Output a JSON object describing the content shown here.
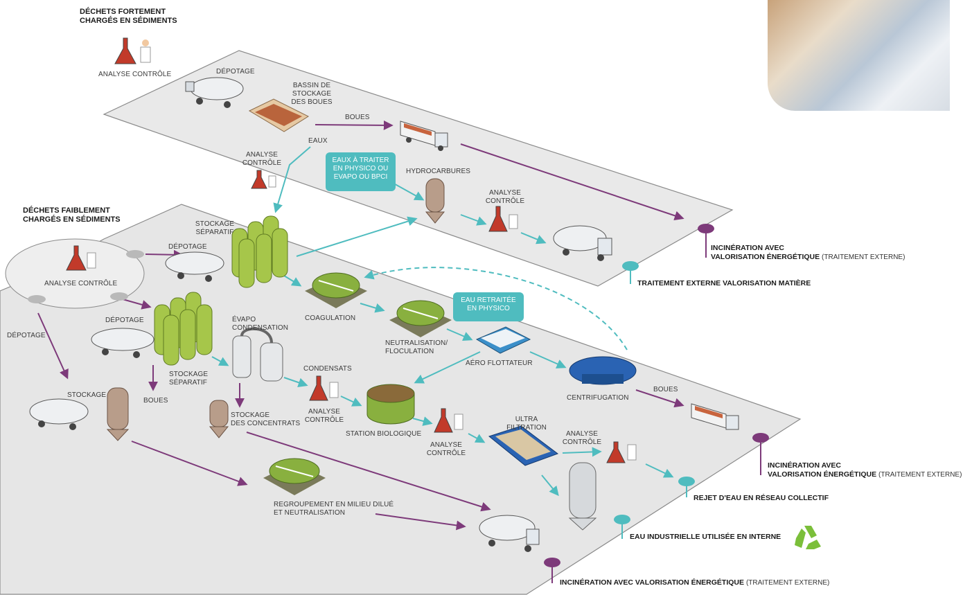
{
  "sections": {
    "high": "DÉCHETS FORTEMENT\nCHARGÉS EN SÉDIMENTS",
    "low": "DÉCHETS FAIBLEMENT\nCHARGÉS EN SÉDIMENTS"
  },
  "labels": {
    "analyse_top": "ANALYSE CONTRÔLE",
    "depotage_top": "DÉPOTAGE",
    "bassin": "BASSIN DE\nSTOCKAGE\nDES BOUES",
    "boues_top": "BOUES",
    "eaux": "EAUX",
    "analyse_mid": "ANALYSE\nCONTRÔLE",
    "hydrocarbures": "HYDROCARBURES",
    "analyse_hc": "ANALYSE\nCONTRÔLE",
    "stockage_sep1": "STOCKAGE\nSÉPARATIF",
    "depotage_mid": "DÉPOTAGE",
    "analyse_left": "ANALYSE CONTRÔLE",
    "coagulation": "COAGULATION",
    "neutralisation": "NEUTRALISATION/\nFLOCULATION",
    "aero": "AÉRO FLOTTATEUR",
    "centrifugation": "CENTRIFUGATION",
    "boues_right": "BOUES",
    "depotage_low": "DÉPOTAGE",
    "depotage_left": "DÉPOTAGE",
    "stockage_sep2": "STOCKAGE\nSÉPARATIF",
    "boues_low": "BOUES",
    "evapo": "ÉVAPO\nCONDENSATION",
    "condensats": "CONDENSATS",
    "analyse_cond": "ANALYSE\nCONTRÔLE",
    "stockage_conc": "STOCKAGE\nDES CONCENTRATS",
    "station_bio": "STATION BIOLOGIQUE",
    "analyse_bio": "ANALYSE\nCONTRÔLE",
    "ultra": "ULTRA\nFILTRATION",
    "analyse_ultra": "ANALYSE\nCONTRÔLE",
    "stockage_low": "STOCKAGE",
    "regroupement": "REGROUPEMENT EN MILIEU DILUÉ\nET NEUTRALISATION"
  },
  "boxes": {
    "eaux_a_traiter": "EAUX À TRAITER\nEN PHYSICO OU\nEVAPO OU BPCI",
    "eau_retraitee": "EAU RETRAITÉE\nEN PHYSICO"
  },
  "outputs": {
    "incin1_main": "INCINÉRATION AVEC\nVALORISATION ÉNERGÉTIQUE",
    "incin1_ext": "(TRAITEMENT EXTERNE)",
    "traitement_ext": "TRAITEMENT EXTERNE VALORISATION MATIÈRE",
    "incin2_main": "INCINÉRATION AVEC\nVALORISATION ÉNERGÉTIQUE",
    "incin2_ext": "(TRAITEMENT EXTERNE)",
    "rejet": "REJET D'EAU EN RÉSEAU COLLECTIF",
    "eau_industrielle": "EAU INDUSTRIELLE UTILISÉE EN INTERNE",
    "incin3_main": "INCINÉRATION AVEC VALORISATION ÉNERGÉTIQUE",
    "incin3_ext": "(TRAITEMENT EXTERNE)"
  },
  "colors": {
    "plate": "#e6e6e6",
    "plate_stroke": "#8a8a8a",
    "purple": "#7d3a7a",
    "teal": "#4fbcbf",
    "tank_green": "#a6c64a",
    "recycle": "#7bbf3a"
  },
  "icons": [
    "lab-flask-icon",
    "truck-icon",
    "tanker-icon",
    "silo-icon",
    "recycle-icon",
    "pin-icon"
  ]
}
